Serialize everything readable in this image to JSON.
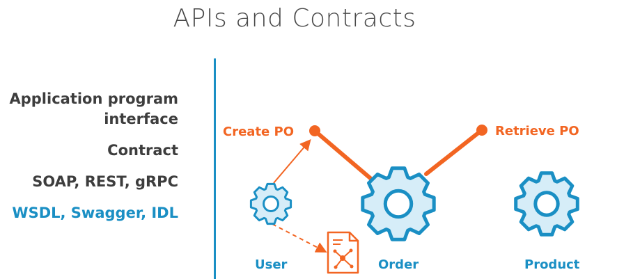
{
  "title": "APIs and Contracts",
  "terms": [
    {
      "line1": "Application program",
      "line2": "interface"
    },
    {
      "text": "Contract"
    },
    {
      "text": "SOAP, REST, gRPC"
    },
    {
      "text": "WSDL, Swagger, IDL"
    }
  ],
  "diagram": {
    "create_po_label": "Create PO",
    "retrieve_po_label": "Retrieve PO",
    "services": {
      "user": "User",
      "order": "Order",
      "product": "Product"
    },
    "icons": [
      "gear-icon",
      "document-network-icon"
    ]
  },
  "colors": {
    "accent_orange": "#f26522",
    "accent_blue": "#1a8fc4",
    "gear_fill": "#d6edf8",
    "text_dark": "#3d3d3d"
  }
}
